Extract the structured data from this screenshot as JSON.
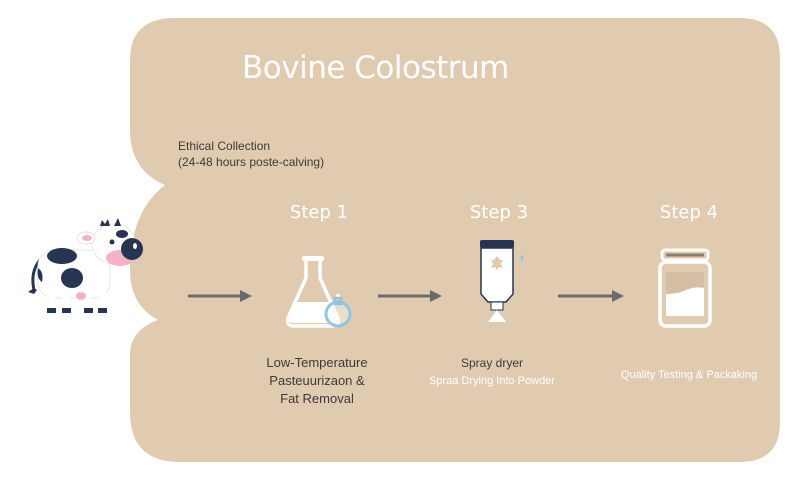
{
  "title": "Bovine Colostrum",
  "collection": {
    "label": "Ethical Collection",
    "detail": "(24-48 hours poste-calving)"
  },
  "steps": [
    {
      "label": "Step 1",
      "icon": "flask-icon",
      "desc_line1": "Low-Temperature",
      "desc_line2": "Pasteuurizaon &",
      "desc_line3": "Fat Removal"
    },
    {
      "label": "Step 3",
      "icon": "spray-dryer-icon",
      "desc_line1": "Spray dryer",
      "desc_line2": "Spraa Drying Into Powder"
    },
    {
      "label": "Step 4",
      "icon": "jar-icon",
      "desc_line1": "Quality Testing & Packaking"
    }
  ],
  "colors": {
    "panel": "#e0cbb1",
    "arrow": "#6b6b6b",
    "white": "#ffffff",
    "navy": "#253552",
    "pink": "#f4b3c2",
    "accent_blue": "#8ec5e6"
  }
}
